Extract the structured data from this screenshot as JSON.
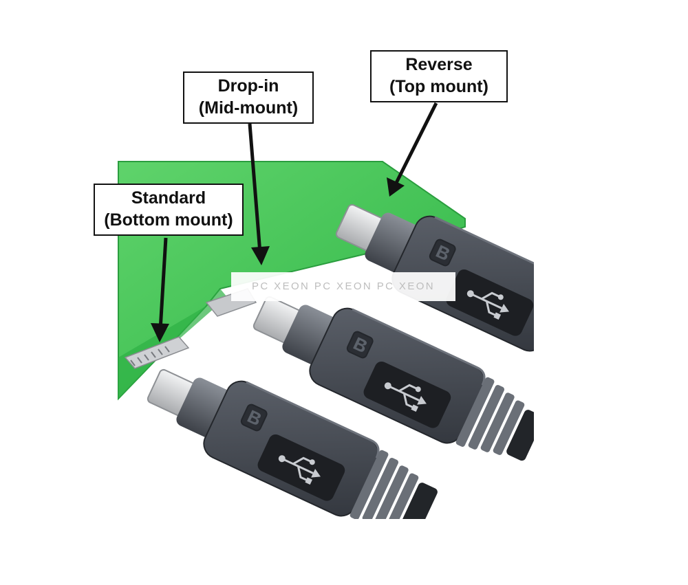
{
  "callouts": {
    "reverse": {
      "line1": "Reverse",
      "line2": "(Top mount)"
    },
    "drop_in": {
      "line1": "Drop-in",
      "line2": "(Mid-mount)"
    },
    "standard": {
      "line1": "Standard",
      "line2": "(Bottom mount)"
    }
  },
  "watermark": "PC XEON PC XEON PC XEON",
  "plug_marking": "B",
  "icons": [
    "usb-trident-icon",
    "b-marking-icon"
  ],
  "colors": {
    "pcb": "#3fc653",
    "plug_body": "#424750",
    "plug_dark": "#25282e",
    "receptacle": "#d9dadc",
    "arrow": "#111111"
  }
}
